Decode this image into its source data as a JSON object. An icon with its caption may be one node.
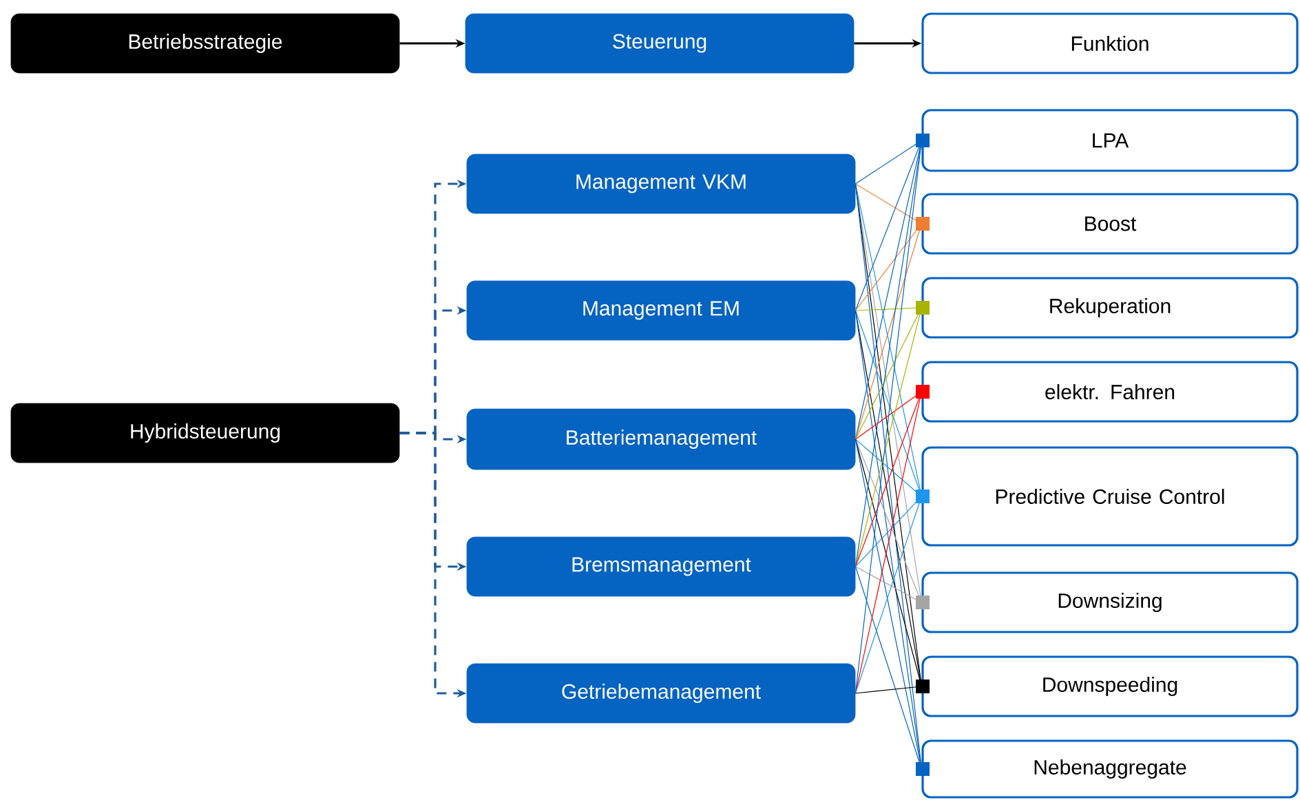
{
  "diagram": {
    "nodes": [
      {
        "text": [
          "Betriebsstrategie"
        ]
      },
      {
        "text": [
          "Steuerung"
        ]
      },
      {
        "text": [
          "Funktion"
        ]
      },
      {
        "text": [
          "Hybridsteuerung"
        ]
      },
      {
        "text": [
          "Management VKM"
        ]
      },
      {
        "text": [
          "Management EM"
        ]
      },
      {
        "text": [
          "Batteriemanagement"
        ]
      },
      {
        "text": [
          "Bremsmanagement"
        ]
      },
      {
        "text": [
          "Getriebemanagement"
        ]
      },
      {
        "text": [
          "LPA"
        ]
      },
      {
        "text": [
          "Boost"
        ]
      },
      {
        "text": [
          "Rekuperation"
        ]
      },
      {
        "text": [
          "elektr. Fahren"
        ]
      },
      {
        "text": [
          "Predictive Cruise Control"
        ]
      },
      {
        "text": [
          "Downsizing"
        ]
      },
      {
        "text": [
          "Downspeeding"
        ]
      },
      {
        "text": [
          "Nebenaggregate"
        ]
      }
    ],
    "edges": [
      {
        "from": 0,
        "to": 1,
        "arrow": "to",
        "color": "#000000"
      },
      {
        "from": 1,
        "to": 2,
        "arrow": "to",
        "color": "#000000"
      },
      {
        "from": 3,
        "to": 4,
        "arrow": "to",
        "style": "dashed",
        "color": "#1f5c99"
      },
      {
        "from": 3,
        "to": 5,
        "arrow": "to",
        "style": "dashed",
        "color": "#1f5c99"
      },
      {
        "from": 3,
        "to": 6,
        "arrow": "to",
        "style": "dashed",
        "color": "#1f5c99"
      },
      {
        "from": 3,
        "to": 7,
        "arrow": "to",
        "style": "dashed",
        "color": "#1f5c99"
      },
      {
        "from": 3,
        "to": 8,
        "arrow": "to",
        "style": "dashed",
        "color": "#1f5c99"
      },
      {
        "from": 4,
        "to": 9,
        "arrow": "none",
        "color": "#0563c1"
      },
      {
        "from": 4,
        "to": 10,
        "arrow": "none",
        "color": "#ed7d31"
      },
      {
        "from": 4,
        "to": 13,
        "arrow": "none",
        "color": "#1e96f0"
      },
      {
        "from": 4,
        "to": 14,
        "arrow": "none",
        "color": "#a5a5a5"
      },
      {
        "from": 4,
        "to": 15,
        "arrow": "none",
        "color": "#000000"
      },
      {
        "from": 4,
        "to": 16,
        "arrow": "none",
        "color": "#0563c1"
      },
      {
        "from": 5,
        "to": 9,
        "arrow": "none",
        "color": "#0563c1"
      },
      {
        "from": 5,
        "to": 10,
        "arrow": "none",
        "color": "#ed7d31"
      },
      {
        "from": 5,
        "to": 11,
        "arrow": "none",
        "color": "#a9b400"
      },
      {
        "from": 5,
        "to": 13,
        "arrow": "none",
        "color": "#1e96f0"
      },
      {
        "from": 5,
        "to": 15,
        "arrow": "none",
        "color": "#000000"
      },
      {
        "from": 5,
        "to": 16,
        "arrow": "none",
        "color": "#0563c1"
      },
      {
        "from": 6,
        "to": 9,
        "arrow": "none",
        "color": "#0563c1"
      },
      {
        "from": 6,
        "to": 10,
        "arrow": "none",
        "color": "#ed7d31"
      },
      {
        "from": 6,
        "to": 11,
        "arrow": "none",
        "color": "#a9b400"
      },
      {
        "from": 6,
        "to": 12,
        "arrow": "none",
        "color": "#ff0000"
      },
      {
        "from": 6,
        "to": 13,
        "arrow": "none",
        "color": "#1e96f0"
      },
      {
        "from": 6,
        "to": 14,
        "arrow": "none",
        "color": "#a5a5a5"
      },
      {
        "from": 6,
        "to": 15,
        "arrow": "none",
        "color": "#000000"
      },
      {
        "from": 6,
        "to": 16,
        "arrow": "none",
        "color": "#0563c1"
      },
      {
        "from": 7,
        "to": 9,
        "arrow": "none",
        "color": "#0563c1"
      },
      {
        "from": 7,
        "to": 11,
        "arrow": "none",
        "color": "#a9b400"
      },
      {
        "from": 7,
        "to": 12,
        "arrow": "none",
        "color": "#ff0000"
      },
      {
        "from": 7,
        "to": 13,
        "arrow": "none",
        "color": "#1e96f0"
      },
      {
        "from": 7,
        "to": 14,
        "arrow": "none",
        "color": "#a5a5a5"
      },
      {
        "from": 7,
        "to": 16,
        "arrow": "none",
        "color": "#0563c1"
      },
      {
        "from": 8,
        "to": 9,
        "arrow": "none",
        "color": "#0563c1"
      },
      {
        "from": 8,
        "to": 12,
        "arrow": "none",
        "color": "#ff0000"
      },
      {
        "from": 8,
        "to": 13,
        "arrow": "none",
        "color": "#1e96f0"
      },
      {
        "from": 8,
        "to": 15,
        "arrow": "none",
        "color": "#000000"
      }
    ]
  }
}
